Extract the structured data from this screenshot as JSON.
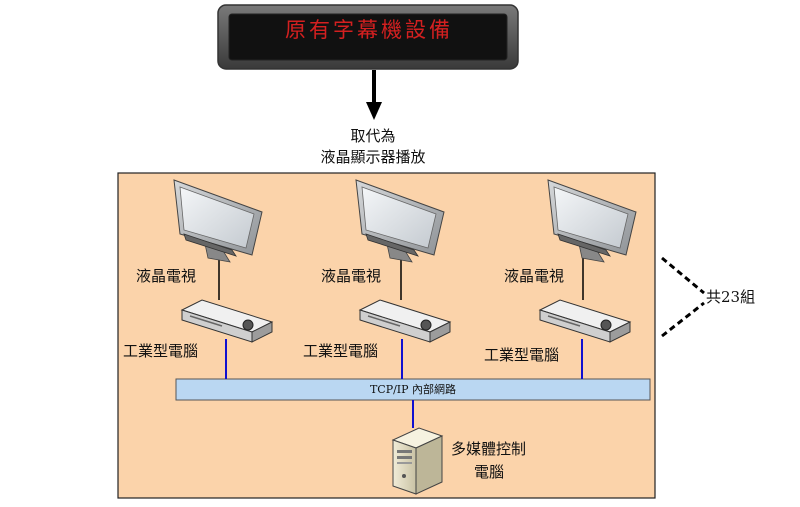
{
  "sign": {
    "text": "原有字幕機設備",
    "text_color": "#d42020",
    "panel_color": "#111111",
    "frame_color": "#555555"
  },
  "arrow_caption": {
    "line1": "取代為",
    "line2": "液晶顯示器播放"
  },
  "enclosure": {
    "fill": "#fbd3aa",
    "units": [
      {
        "monitor_label": "液晶電視",
        "pc_label": "工業型電腦"
      },
      {
        "monitor_label": "液晶電視",
        "pc_label": "工業型電腦"
      },
      {
        "monitor_label": "液晶電視",
        "pc_label": "工業型電腦"
      }
    ],
    "network_label": "TCP/IP 內部網路",
    "network_fill": "#bad7f2",
    "link_color": "#1010d0",
    "server_label_line1": "多媒體控制",
    "server_label_line2": "電腦"
  },
  "group_note": "共23組"
}
